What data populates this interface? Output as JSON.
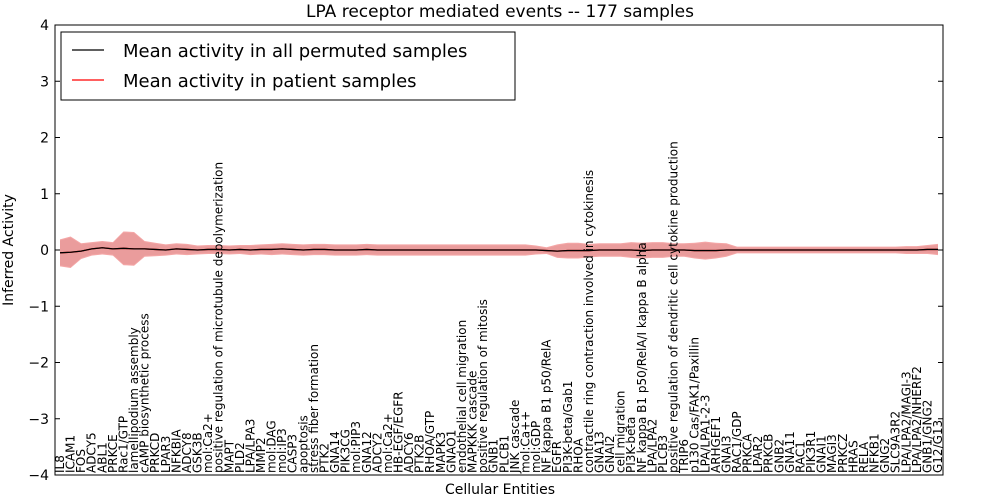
{
  "chart_data": {
    "type": "line",
    "title": "LPA receptor mediated events -- 177 samples",
    "xlabel": "Cellular Entities",
    "ylabel": "Inferred Activity",
    "ylim": [
      -4,
      4
    ],
    "yticks": [
      "−4",
      "−3",
      "−2",
      "−1",
      "0",
      "1",
      "2",
      "3",
      "4"
    ],
    "legend_position": "top-left",
    "grid": false,
    "categories": [
      "IL8",
      "ICAM1",
      "FOS",
      "ADCY5",
      "ABL1",
      "PRKCE",
      "Rac1/GTP",
      "lamellipodium assembly",
      "cAMP biosynthetic process",
      "PRKCD",
      "LPAR3",
      "NFKBIA",
      "ADCY8",
      "GSK3B",
      "mol:Ca2+",
      "positive regulation of microtubule depolymerization",
      "MAPT",
      "PLD2",
      "LPA/LPA3",
      "MMP2",
      "mol:DAG",
      "mol:IP3",
      "CASP3",
      "apoptosis",
      "stress fiber formation",
      "PTK2",
      "GNA14",
      "PIK3CG",
      "mol:PIP3",
      "GNA12",
      "ADCY2",
      "mol:Ca2+",
      "HB-EGF/EGFR",
      "ADCY6",
      "PTK2B",
      "RHOA/GTP",
      "MAPK3",
      "GNAO1",
      "endothelial cell migration",
      "MAPKKK cascade",
      "positive regulation of mitosis",
      "GNB1",
      "PLCB1",
      "JNK cascade",
      "mol:Ca++",
      "mol:GDP",
      "NF kappa B1 p50/RelA",
      "EGFR",
      "PI3K-beta/Gab1",
      "RHOA",
      "contractile ring contraction involved in cytokinesis",
      "GNA13",
      "GNAI2",
      "cell migration",
      "PI3K-beta",
      "NF kappa B1 p50/RelA/I kappa B alpha",
      "LPA/LPA2",
      "PLCB3",
      "positive regulation of dendritic cell cytokine production",
      "TRIP6",
      "p130 Cas/FAK1/Paxillin",
      "LPA/LPA1-2-3",
      "ARHGEF1",
      "GNAI3",
      "RAC1/GDP",
      "PRKCA",
      "LPAR2",
      "PRKCB",
      "GNB2",
      "GNA11",
      "RAC1",
      "PIK3R1",
      "GNAI1",
      "MAGI3",
      "PRKCZ",
      "HRAS",
      "RELA",
      "NFKB1",
      "GNG2",
      "SLC9A3R2",
      "LPA/LPA2/MAGI-3",
      "LPA/LPA2/NHERF2",
      "GNB1/GNG2",
      "G12/G13"
    ],
    "series": [
      {
        "name": "Mean activity in all permuted samples",
        "color": "#000000",
        "values": [
          -0.05,
          -0.04,
          -0.02,
          0.02,
          0.04,
          0.02,
          0.03,
          0.02,
          0.02,
          0.01,
          0.0,
          0.02,
          0.01,
          0.0,
          0.01,
          0.01,
          0.0,
          0.01,
          0.0,
          0.01,
          0.01,
          0.02,
          0.01,
          0.0,
          0.01,
          0.01,
          0.0,
          0.0,
          0.0,
          0.01,
          0.0,
          0.0,
          0.0,
          0.0,
          0.0,
          0.0,
          0.0,
          0.0,
          0.0,
          0.0,
          0.0,
          0.0,
          0.0,
          0.0,
          0.0,
          0.0,
          -0.01,
          -0.02,
          -0.01,
          -0.01,
          -0.01,
          0.0,
          0.0,
          0.0,
          0.0,
          -0.01,
          0.0,
          0.0,
          0.0,
          0.0,
          -0.01,
          -0.01,
          -0.01,
          0.0,
          0.0,
          0.0,
          0.0,
          0.0,
          0.0,
          0.0,
          0.0,
          0.0,
          0.0,
          0.0,
          0.0,
          0.0,
          0.0,
          0.0,
          0.0,
          0.0,
          0.0,
          0.0,
          0.01,
          0.01
        ],
        "band": [
          0.22,
          0.26,
          0.12,
          0.1,
          0.1,
          0.1,
          0.28,
          0.28,
          0.12,
          0.1,
          0.08,
          0.08,
          0.08,
          0.06,
          0.06,
          0.06,
          0.06,
          0.06,
          0.07,
          0.07,
          0.08,
          0.08,
          0.08,
          0.08,
          0.08,
          0.08,
          0.08,
          0.08,
          0.08,
          0.08,
          0.08,
          0.08,
          0.08,
          0.08,
          0.08,
          0.08,
          0.08,
          0.08,
          0.08,
          0.08,
          0.08,
          0.08,
          0.08,
          0.08,
          0.08,
          0.06,
          0.04,
          0.1,
          0.12,
          0.12,
          0.1,
          0.1,
          0.1,
          0.1,
          0.12,
          0.12,
          0.12,
          0.12,
          0.1,
          0.1,
          0.12,
          0.14,
          0.12,
          0.1,
          0.04,
          0.04,
          0.04,
          0.04,
          0.04,
          0.04,
          0.04,
          0.04,
          0.04,
          0.04,
          0.04,
          0.04,
          0.04,
          0.04,
          0.04,
          0.04,
          0.05,
          0.05,
          0.06,
          0.08
        ]
      },
      {
        "name": "Mean activity in patient samples",
        "color": "#ff0000",
        "values": [
          -0.05,
          -0.04,
          -0.02,
          0.02,
          0.04,
          0.02,
          0.03,
          0.02,
          0.02,
          0.01,
          0.0,
          0.02,
          0.01,
          0.0,
          0.01,
          0.01,
          0.0,
          0.01,
          0.0,
          0.01,
          0.01,
          0.02,
          0.01,
          0.0,
          0.01,
          0.01,
          0.0,
          0.0,
          0.0,
          0.01,
          0.0,
          0.0,
          0.0,
          0.0,
          0.0,
          0.0,
          0.0,
          0.0,
          0.0,
          0.0,
          0.0,
          0.0,
          0.0,
          0.0,
          0.0,
          0.0,
          -0.01,
          -0.02,
          -0.01,
          -0.01,
          -0.01,
          0.0,
          0.0,
          0.0,
          0.0,
          -0.01,
          0.0,
          0.0,
          0.0,
          0.0,
          -0.01,
          -0.01,
          -0.01,
          0.0,
          0.0,
          0.0,
          0.0,
          0.0,
          0.0,
          0.0,
          0.0,
          0.0,
          0.0,
          0.0,
          0.0,
          0.0,
          0.0,
          0.0,
          0.0,
          0.0,
          0.0,
          0.0,
          0.01,
          0.01
        ],
        "band": [
          0.24,
          0.28,
          0.14,
          0.12,
          0.12,
          0.12,
          0.3,
          0.3,
          0.14,
          0.12,
          0.1,
          0.1,
          0.1,
          0.08,
          0.08,
          0.08,
          0.08,
          0.08,
          0.09,
          0.09,
          0.1,
          0.1,
          0.1,
          0.1,
          0.1,
          0.1,
          0.1,
          0.1,
          0.1,
          0.1,
          0.1,
          0.1,
          0.1,
          0.1,
          0.1,
          0.1,
          0.1,
          0.1,
          0.1,
          0.1,
          0.1,
          0.1,
          0.1,
          0.1,
          0.1,
          0.08,
          0.06,
          0.12,
          0.14,
          0.14,
          0.12,
          0.12,
          0.12,
          0.12,
          0.14,
          0.14,
          0.14,
          0.14,
          0.12,
          0.12,
          0.14,
          0.16,
          0.14,
          0.12,
          0.06,
          0.06,
          0.06,
          0.06,
          0.06,
          0.06,
          0.06,
          0.06,
          0.06,
          0.06,
          0.06,
          0.06,
          0.06,
          0.06,
          0.06,
          0.06,
          0.07,
          0.07,
          0.08,
          0.1
        ]
      }
    ]
  }
}
